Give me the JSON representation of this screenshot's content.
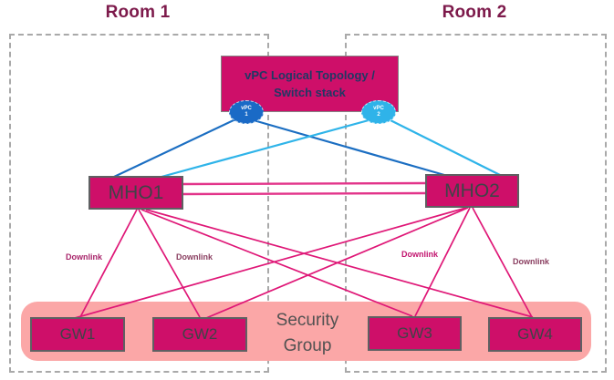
{
  "rooms": [
    {
      "label": "Room 1"
    },
    {
      "label": "Room 2"
    }
  ],
  "vpc_box": {
    "line1": "vPC Logical Topology /",
    "line2": "Switch stack"
  },
  "vpc_nodes": [
    {
      "name": "vPC",
      "number": "1"
    },
    {
      "name": "vPC",
      "number": "2"
    }
  ],
  "switches": [
    {
      "label": "MHO1"
    },
    {
      "label": "MHO2"
    }
  ],
  "gateways": [
    {
      "label": "GW1"
    },
    {
      "label": "GW2"
    },
    {
      "label": "GW3"
    },
    {
      "label": "GW4"
    }
  ],
  "security_group": {
    "line1": "Security",
    "line2": "Group"
  },
  "downlink_labels": [
    {
      "label": "Downlink"
    },
    {
      "label": "Downlink"
    },
    {
      "label": "Downlink"
    },
    {
      "label": "Downlink"
    }
  ],
  "colors": {
    "node_fill": "#ce0f69",
    "vpc1_fill": "#1a6ac6",
    "vpc2_fill": "#2fb3e9",
    "dark_blue_link": "#1b6ec2",
    "light_blue_link": "#2fb4e9",
    "pink_link": "#df1777",
    "security_fill": "#fba7a7",
    "room_title_text": "#7d1a4b",
    "vpc_box_text": "#203864",
    "node_text": "#3f4347",
    "security_text": "#515151"
  }
}
